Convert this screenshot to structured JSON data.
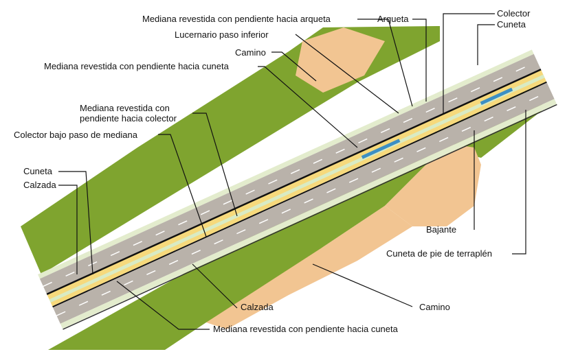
{
  "labels": {
    "mediana_arqueta": "Mediana revestida con pendiente hacia arqueta",
    "arqueta": "Arqueta",
    "colector": "Colector",
    "cuneta_top": "Cuneta",
    "lucernario": "Lucernario paso inferior",
    "camino_top": "Camino",
    "mediana_cuneta_top": "Mediana revestida con pendiente hacia cuneta",
    "mediana_colector_1": "Mediana revestida con",
    "mediana_colector_2": "pendiente hacia colector",
    "colector_bajo": "Colector bajo paso de mediana",
    "cuneta_left": "Cuneta",
    "calzada_left": "Calzada",
    "bajante": "Bajante",
    "cuneta_pie": "Cuneta de pie de terraplén",
    "camino_bottom": "Camino",
    "calzada_bottom": "Calzada",
    "mediana_cuneta_bottom": "Mediana revestida con pendiente hacia cuneta"
  },
  "colors": {
    "grass": "#7fa42f",
    "path": "#f2c592",
    "road": "#b9b2aa",
    "median": "#f6d97c"
  }
}
